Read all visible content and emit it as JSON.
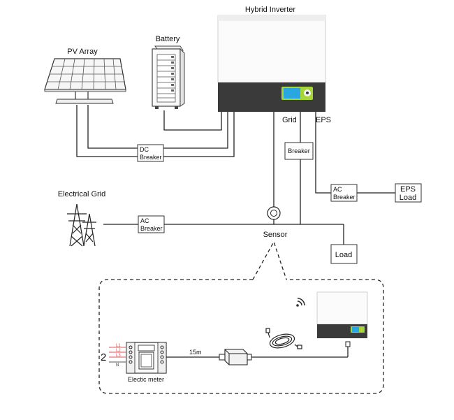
{
  "labels": {
    "hybrid_inverter": "Hybrid Inverter",
    "battery": "Battery",
    "pv_array": "PV Array",
    "grid_port": "Grid",
    "eps_port": "EPS",
    "electrical_grid": "Electrical Grid",
    "sensor": "Sensor",
    "cable_length": "15m",
    "electric_meter": "Electic meter",
    "meter_number": "2"
  },
  "boxes": {
    "dc_breaker": [
      "DC",
      "Breaker"
    ],
    "breaker": "Breaker",
    "ac_breaker_grid": [
      "AC",
      "Breaker"
    ],
    "ac_breaker_eps": [
      "AC",
      "Breaker"
    ],
    "eps_load": [
      "EPS",
      "Load"
    ],
    "load": "Load"
  },
  "meter_wires": [
    "L1",
    "L2",
    "L3",
    "N"
  ],
  "icons": [
    "solar-panel-icon",
    "battery-rack-icon",
    "inverter-icon",
    "transmission-tower-icon",
    "current-sensor-icon",
    "wifi-icon",
    "electric-meter-icon",
    "rj45-adapter-icon",
    "coiled-cable-icon"
  ],
  "colors": {
    "inverter_panel": "#3a3a3a",
    "display_screen": "#2aa6e0",
    "display_frame": "#a6d63a",
    "meter_wires": "#e05050"
  }
}
